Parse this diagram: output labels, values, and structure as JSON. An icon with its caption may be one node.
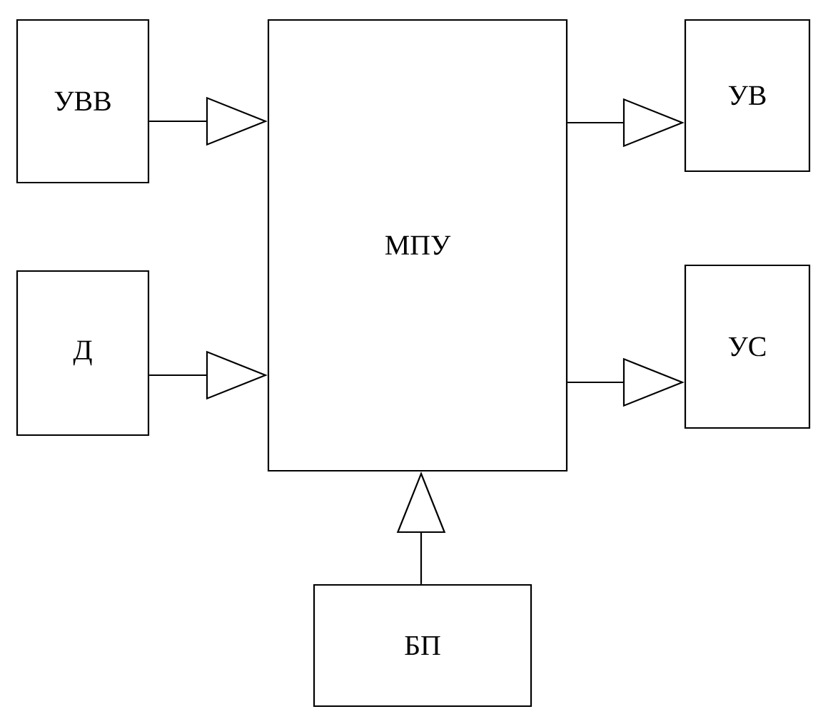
{
  "diagram": {
    "nodes": [
      {
        "text": [
          "УВВ"
        ]
      },
      {
        "text": [
          "Д"
        ]
      },
      {
        "text": [
          "МПУ"
        ]
      },
      {
        "text": [
          "УВ"
        ]
      },
      {
        "text": [
          "УС"
        ]
      },
      {
        "text": [
          "БП"
        ]
      }
    ],
    "edges": [
      {
        "from": 0,
        "to": 2,
        "arrow": "to"
      },
      {
        "from": 1,
        "to": 2,
        "arrow": "to"
      },
      {
        "from": 2,
        "to": 3,
        "arrow": "to"
      },
      {
        "from": 2,
        "to": 4,
        "arrow": "to"
      },
      {
        "from": 5,
        "to": 2,
        "arrow": "to"
      }
    ]
  }
}
